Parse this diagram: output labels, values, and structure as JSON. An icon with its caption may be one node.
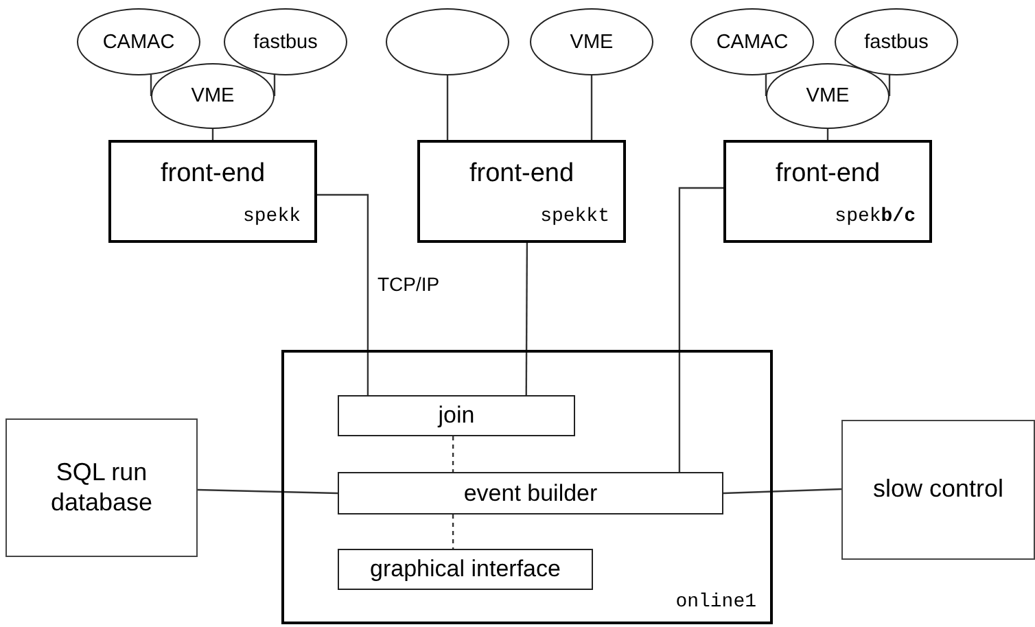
{
  "diagram": {
    "nodes": [
      {
        "text": [
          "CAMAC"
        ]
      },
      {
        "text": [
          "fastbus"
        ]
      },
      {
        "text": [
          "VME"
        ]
      },
      {
        "text": [
          "front-end",
          "spekk"
        ]
      },
      {
        "text": [],
        "shape": "circle"
      },
      {
        "text": [
          "VME"
        ]
      },
      {
        "text": [
          "front-end",
          "spekkt"
        ]
      },
      {
        "text": [
          "CAMAC"
        ]
      },
      {
        "text": [
          "fastbus"
        ]
      },
      {
        "text": [
          "VME"
        ]
      },
      {
        "text": [
          "front-end",
          "spek**b/c**"
        ]
      },
      {
        "text": [
          "SQL run database"
        ]
      },
      {
        "text": [
          "online1"
        ]
      },
      {
        "text": [
          "join"
        ],
        "in": 12
      },
      {
        "text": [
          "event builder"
        ],
        "in": 12
      },
      {
        "text": [
          "graphical interface"
        ],
        "in": 12
      },
      {
        "text": [
          "slow control"
        ]
      }
    ],
    "edges": [
      {
        "from": 0,
        "to": 2,
        "arrow": "none"
      },
      {
        "from": 1,
        "to": 2,
        "arrow": "none"
      },
      {
        "from": 2,
        "to": 3,
        "arrow": "none"
      },
      {
        "from": 4,
        "to": 6,
        "arrow": "none"
      },
      {
        "from": 5,
        "to": 6,
        "arrow": "none"
      },
      {
        "from": 7,
        "to": 9,
        "arrow": "none"
      },
      {
        "from": 8,
        "to": 9,
        "arrow": "none"
      },
      {
        "from": 9,
        "to": 10,
        "arrow": "none"
      },
      {
        "from": 3,
        "to": 13,
        "arrow": "none",
        "label": "TCP/IP"
      },
      {
        "from": 6,
        "to": 13,
        "arrow": "none"
      },
      {
        "from": 10,
        "to": 14,
        "arrow": "none"
      },
      {
        "from": 13,
        "to": 14,
        "arrow": "none",
        "style": "dashed"
      },
      {
        "from": 14,
        "to": 15,
        "arrow": "none",
        "style": "dashed"
      },
      {
        "from": 11,
        "to": 14,
        "arrow": "none"
      },
      {
        "from": 14,
        "to": 16,
        "arrow": "none"
      }
    ]
  }
}
